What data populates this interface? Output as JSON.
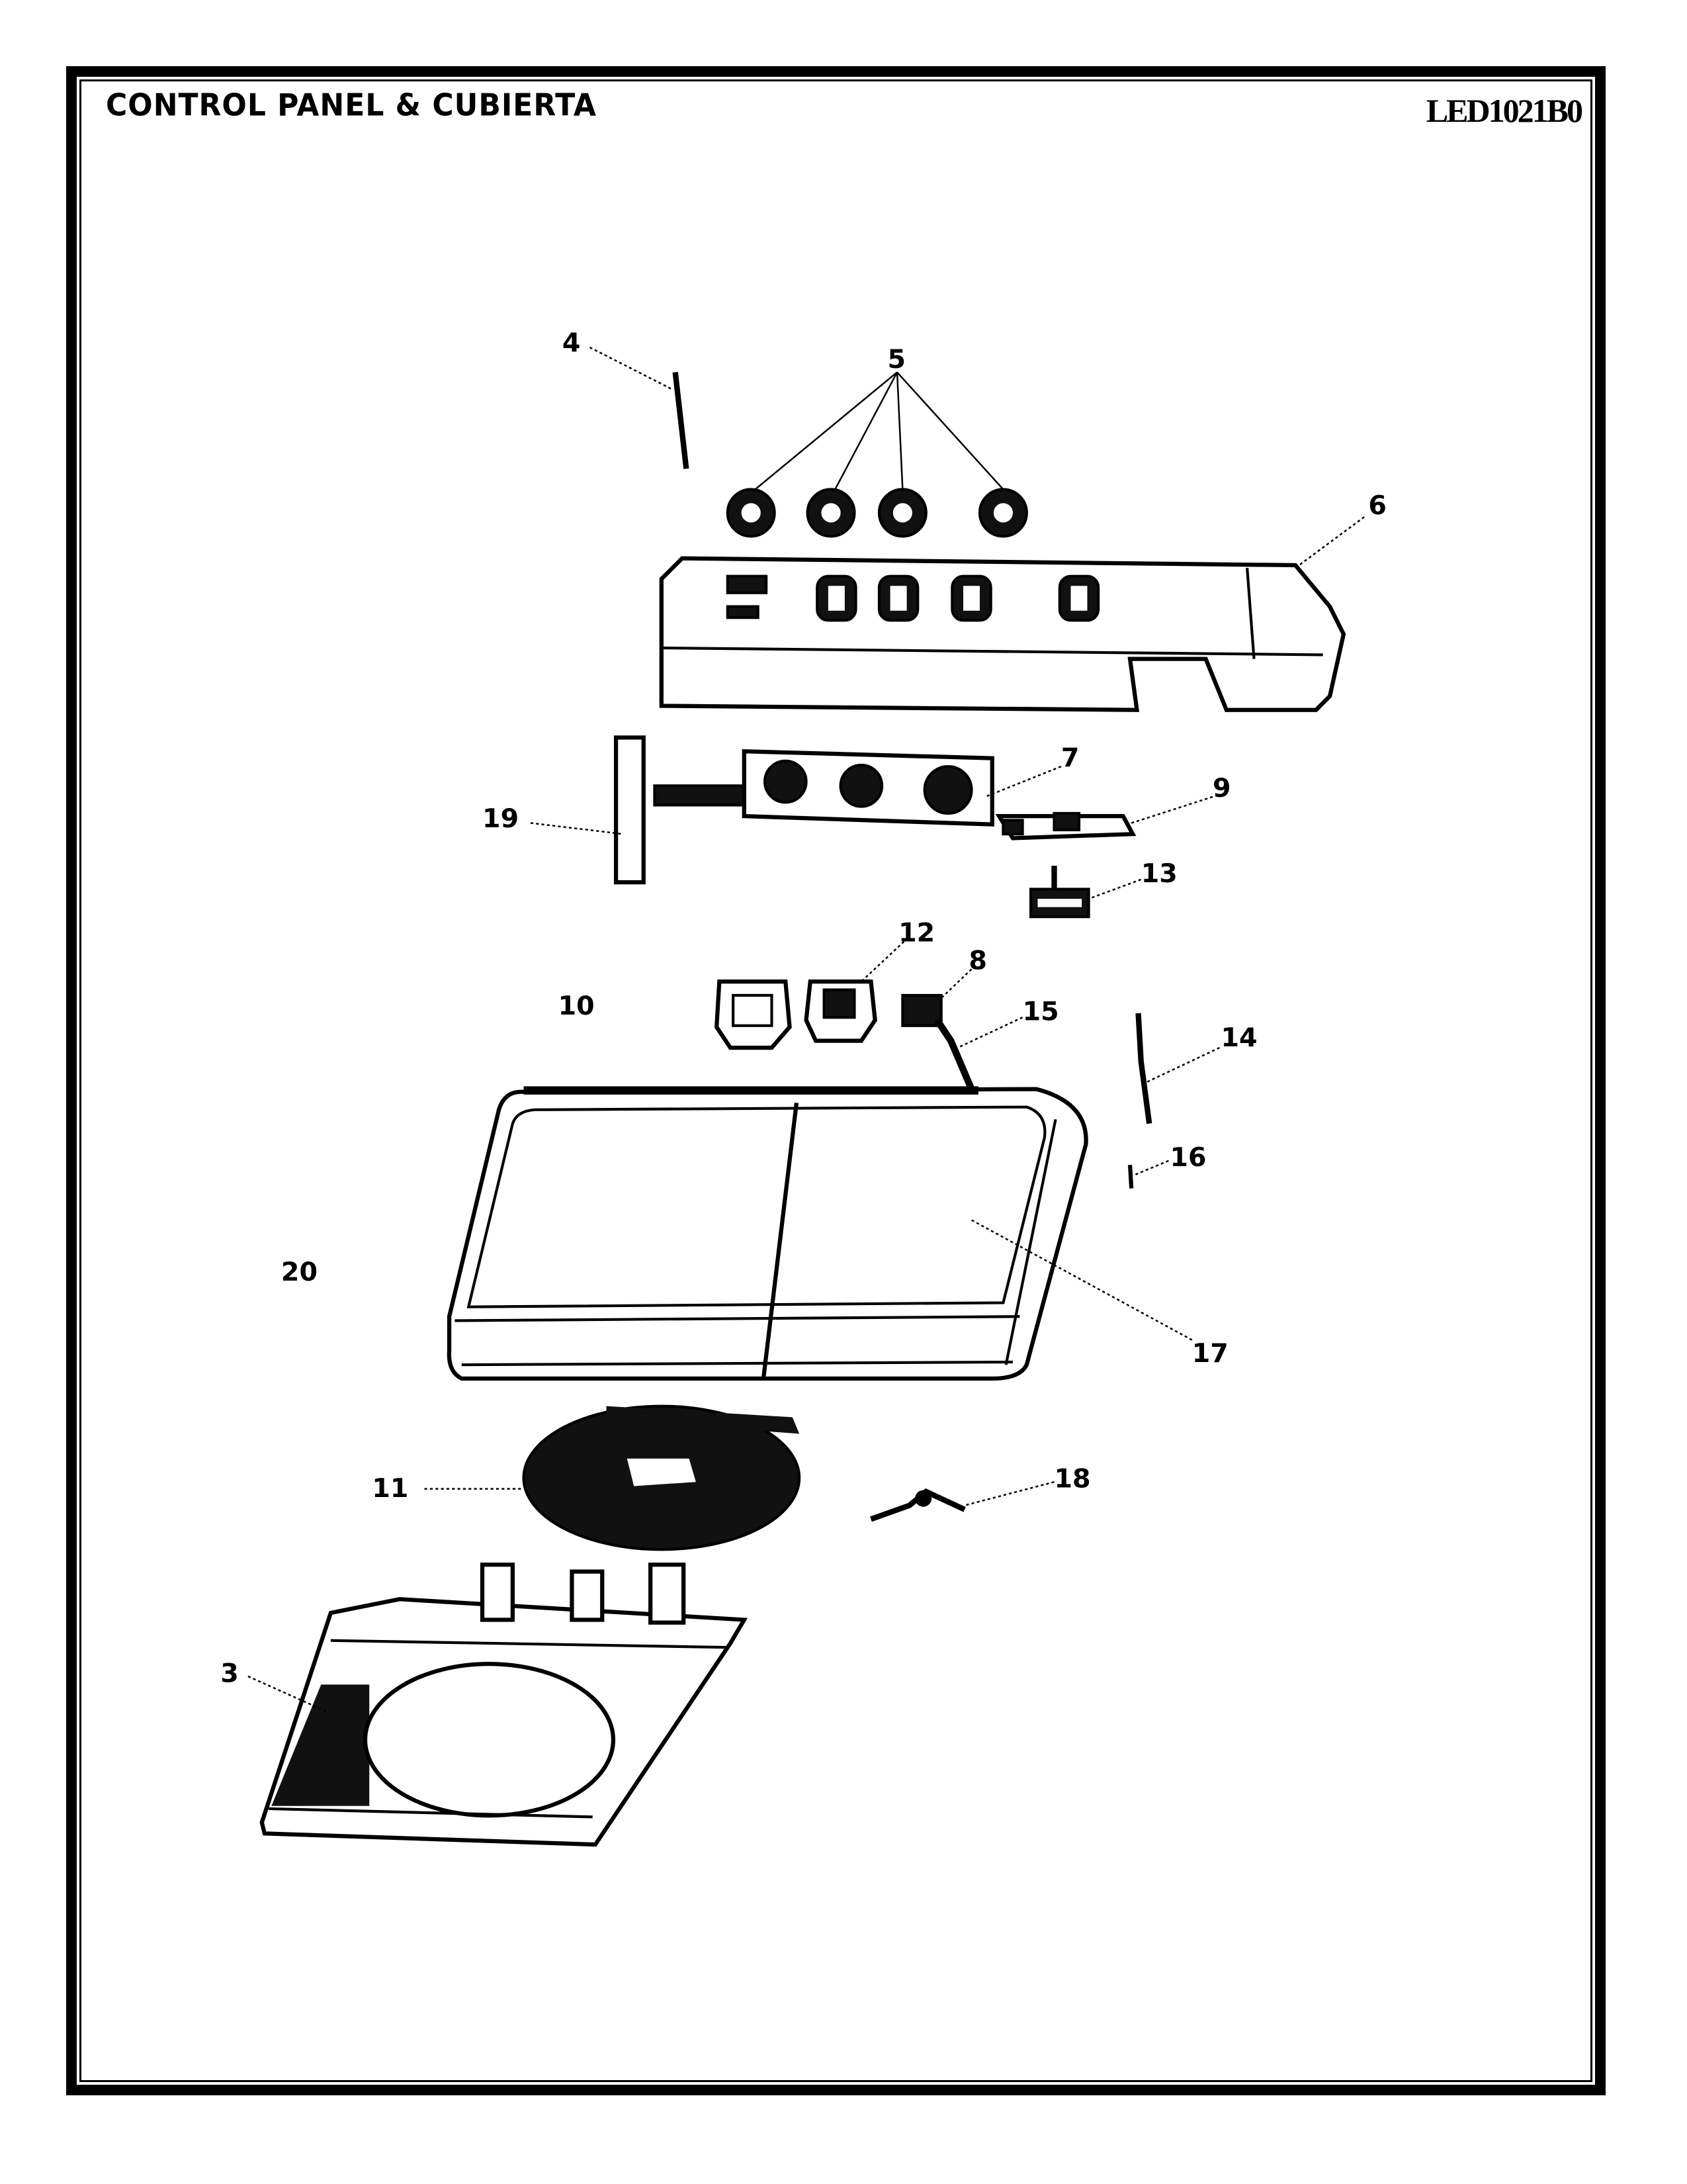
{
  "header": {
    "title": "CONTROL PANEL & CUBIERTA",
    "model": "LED1021B0"
  },
  "callouts": {
    "p3": "3",
    "p4": "4",
    "p5": "5",
    "p6": "6",
    "p7": "7",
    "p8": "8",
    "p9": "9",
    "p10": "10",
    "p11": "11",
    "p12": "12",
    "p13": "13",
    "p14": "14",
    "p15": "15",
    "p16": "16",
    "p17": "17",
    "p18": "18",
    "p19": "19",
    "p20": "20"
  }
}
